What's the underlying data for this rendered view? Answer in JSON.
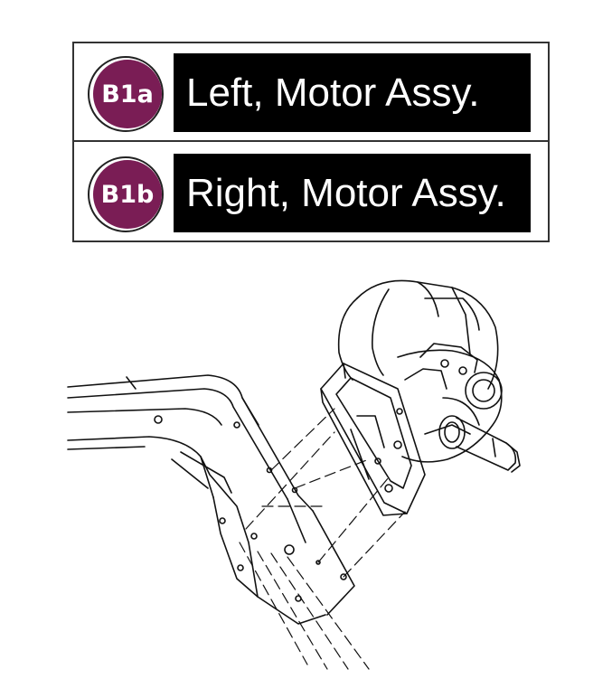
{
  "legend": {
    "rows": [
      {
        "badge": "B1a",
        "label": "Left, Motor Assy."
      },
      {
        "badge": "B1b",
        "label": "Right, Motor Assy."
      }
    ]
  },
  "colors": {
    "badge": "#7a1d55",
    "label_bg": "#000000",
    "label_text": "#ffffff",
    "line": "#111111"
  },
  "drawing": {
    "parts": [
      "frame-arm",
      "motor-assembly",
      "mounting-bracket",
      "drive-shaft"
    ]
  }
}
